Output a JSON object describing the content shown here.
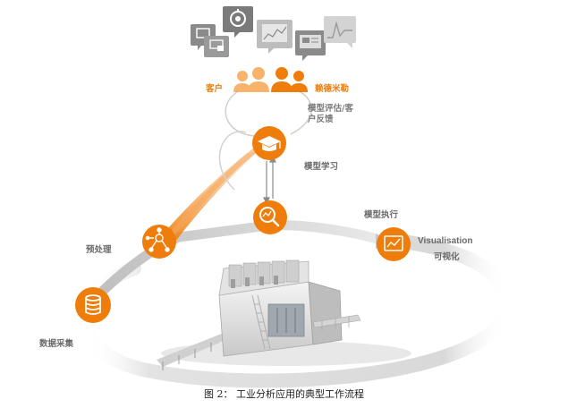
{
  "labels": {
    "customer": "客户",
    "vendor": "赖德米勒",
    "feedback": "模型评估/客户反馈",
    "model_learning": "模型学习",
    "model_execution": "模型执行",
    "visualisation_en": "Visualisation",
    "visualisation_cn": "可视化",
    "preprocessing": "预处理",
    "data_collection": "数据采集"
  },
  "caption": "图 2： 工业分析应用的典型工作流程",
  "icons": {
    "monitor_tiles": [
      "target-gauge-icon",
      "computer-settings-icon",
      "line-chart-monitor-icon",
      "dashboard-monitor-icon",
      "spike-chart-monitor-icon",
      "lock-screen-icon"
    ],
    "nodes": [
      "graduation-cap-icon",
      "magnifier-analytics-icon",
      "network-preprocess-icon",
      "database-icon",
      "chart-screen-icon"
    ],
    "machine": "packaging-machine-illustration"
  },
  "colors": {
    "accent": "#ee7d0b",
    "accent_light": "#f7b26b",
    "tile_gray": "#8a8a8a",
    "ring_gray": "#d7d7d7",
    "text_gray": "#6b6b6b"
  }
}
